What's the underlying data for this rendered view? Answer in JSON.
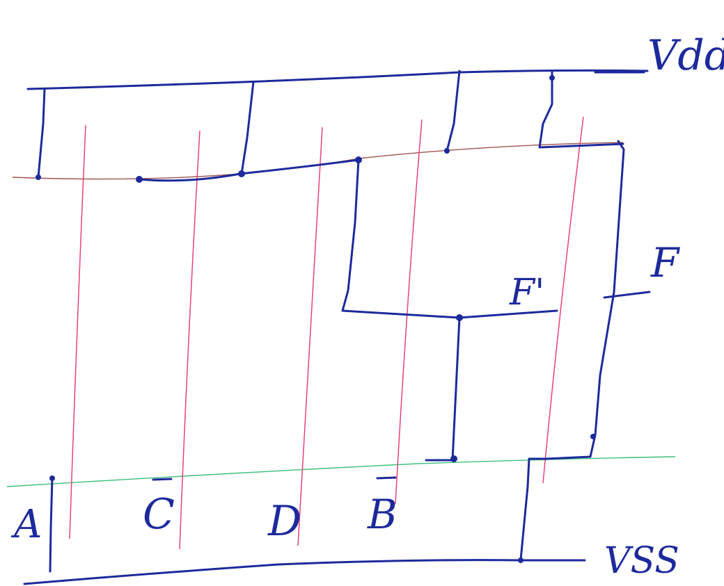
{
  "labels": {
    "vdd": "Vdd",
    "vss": "VSS",
    "f_prime": "F'",
    "f": "F",
    "input_a": "A",
    "input_c": "C",
    "input_d": "D",
    "input_b": "B"
  },
  "overbar_inputs": [
    "C",
    "B"
  ],
  "colors": {
    "ink_blue": "#1c2a9c",
    "gate_red": "#e8407a",
    "ndiff_green": "#3fbf7a",
    "pdiff_brown": "#a0524f"
  }
}
